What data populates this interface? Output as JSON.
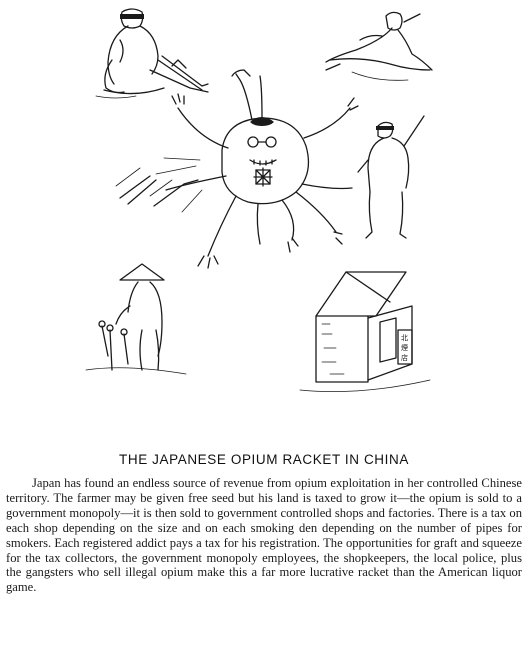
{
  "article": {
    "title": "THE JAPANESE OPIUM RACKET IN CHINA",
    "body": "Japan has found an endless source of revenue from opium exploitation in her controlled Chinese territory. The farmer may be given free seed but his land is taxed to grow it—the opium is sold to a government monopoly—it is then sold to government controlled shops and factories. There is a tax on each shop depending on the size and on each smoking den depending on the number of pipes for smokers. Each registered addict pays a tax for his registration. The opportunities for graft and squeeze for the tax collectors, the government monopoly employees, the shopkeepers, the local police, plus the gangsters who sell illegal opium make this a far more lucrative racket than the American liquor game."
  },
  "illustration": {
    "shop_sign": [
      "北",
      "煙",
      "店"
    ]
  }
}
